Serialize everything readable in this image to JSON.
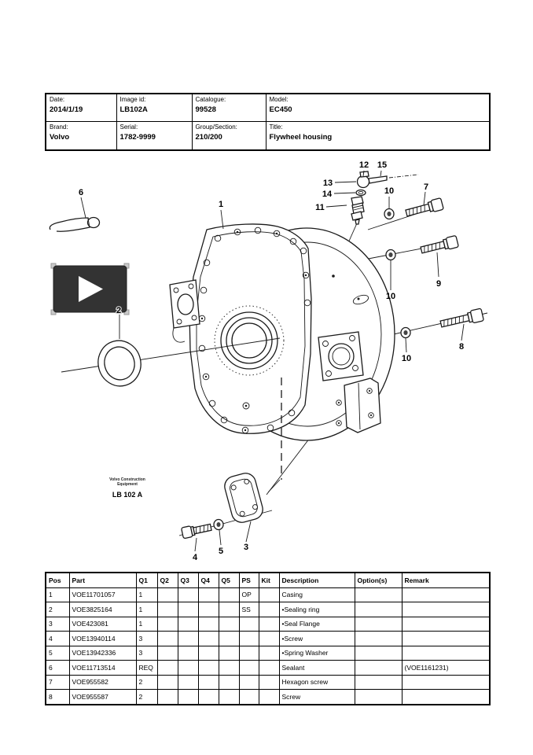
{
  "header_table": {
    "cells": [
      {
        "label": "Date:",
        "value": "2014/1/19"
      },
      {
        "label": "Image id:",
        "value": "LB102A"
      },
      {
        "label": "Catalogue:",
        "value": "99528"
      },
      {
        "label": "Model:",
        "value": "EC450"
      },
      {
        "label": "Brand:",
        "value": "Volvo"
      },
      {
        "label": "Serial:",
        "value": "1782-9999"
      },
      {
        "label": "Group/Section:",
        "value": "210/200"
      },
      {
        "label": "Title:",
        "value": "Flywheel housing"
      }
    ]
  },
  "diagram": {
    "logo": {
      "line1": "Volvo Construction",
      "line2": "Equipment",
      "model": "LB 102 A"
    },
    "callouts": [
      "1",
      "2",
      "3",
      "4",
      "5",
      "6",
      "7",
      "8",
      "9",
      "10",
      "10",
      "10",
      "11",
      "12",
      "13",
      "14",
      "15"
    ]
  },
  "parts_table": {
    "headers": [
      "Pos",
      "Part",
      "Q1",
      "Q2",
      "Q3",
      "Q4",
      "Q5",
      "PS",
      "Kit",
      "Description",
      "Option(s)",
      "Remark"
    ],
    "rows": [
      {
        "pos": "1",
        "part": "VOE11701057",
        "q1": "1",
        "q2": "",
        "q3": "",
        "q4": "",
        "q5": "",
        "ps": "OP",
        "kit": "",
        "description": "Casing",
        "options": "",
        "remark": ""
      },
      {
        "pos": "2",
        "part": "VOE3825164",
        "q1": "1",
        "q2": "",
        "q3": "",
        "q4": "",
        "q5": "",
        "ps": "SS",
        "kit": "",
        "description": "•Sealing ring",
        "options": "",
        "remark": ""
      },
      {
        "pos": "3",
        "part": "VOE423081",
        "q1": "1",
        "q2": "",
        "q3": "",
        "q4": "",
        "q5": "",
        "ps": "",
        "kit": "",
        "description": "•Seal Flange",
        "options": "",
        "remark": ""
      },
      {
        "pos": "4",
        "part": "VOE13940114",
        "q1": "3",
        "q2": "",
        "q3": "",
        "q4": "",
        "q5": "",
        "ps": "",
        "kit": "",
        "description": "•Screw",
        "options": "",
        "remark": ""
      },
      {
        "pos": "5",
        "part": "VOE13942336",
        "q1": "3",
        "q2": "",
        "q3": "",
        "q4": "",
        "q5": "",
        "ps": "",
        "kit": "",
        "description": "•Spring Washer",
        "options": "",
        "remark": ""
      },
      {
        "pos": "6",
        "part": "VOE11713514",
        "q1": "REQ",
        "q2": "",
        "q3": "",
        "q4": "",
        "q5": "",
        "ps": "",
        "kit": "",
        "description": "Sealant",
        "options": "",
        "remark": "(VOE1161231)"
      },
      {
        "pos": "7",
        "part": "VOE955582",
        "q1": "2",
        "q2": "",
        "q3": "",
        "q4": "",
        "q5": "",
        "ps": "",
        "kit": "",
        "description": "Hexagon screw",
        "options": "",
        "remark": ""
      },
      {
        "pos": "8",
        "part": "VOE955587",
        "q1": "2",
        "q2": "",
        "q3": "",
        "q4": "",
        "q5": "",
        "ps": "",
        "kit": "",
        "description": "Screw",
        "options": "",
        "remark": ""
      }
    ]
  }
}
